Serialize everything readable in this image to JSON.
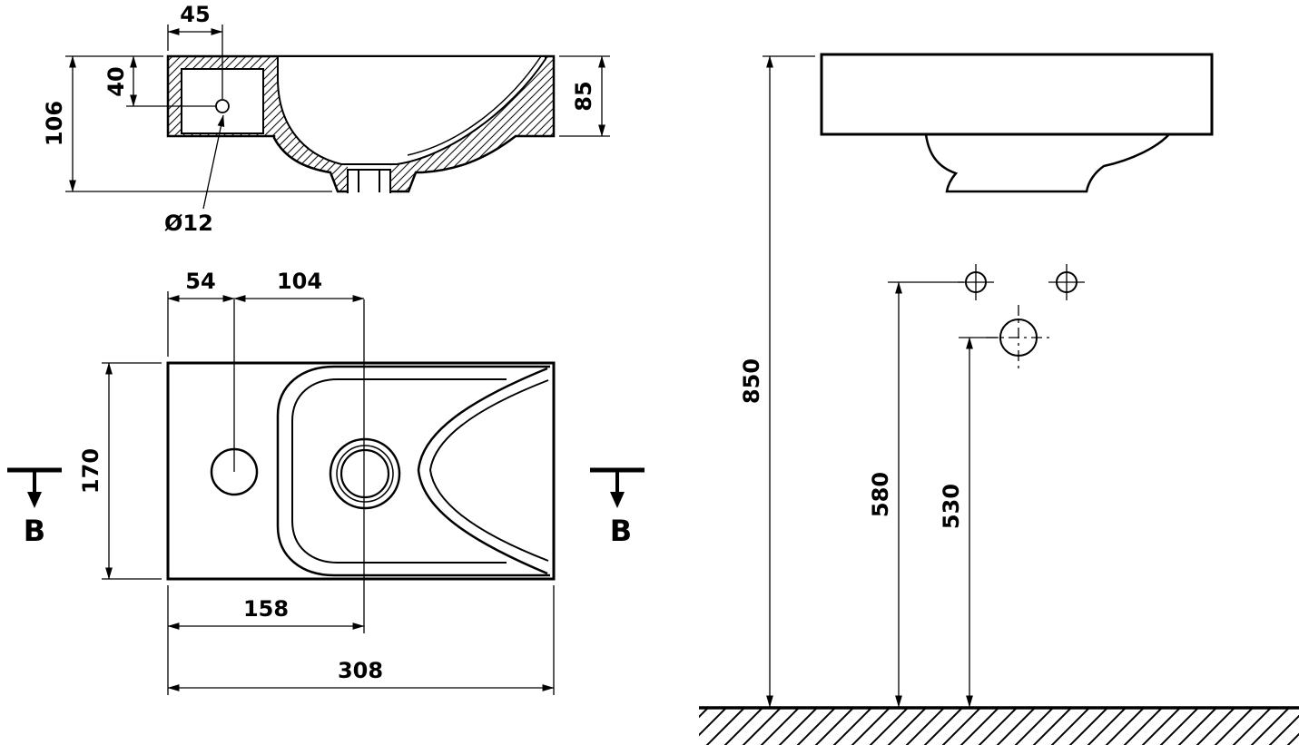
{
  "drawing": {
    "section_view": {
      "dim_hole_offset_x": "45",
      "dim_hole_offset_y": "40",
      "dim_total_height": "106",
      "dim_bowl_depth": "85",
      "hole_diameter": "Ø12"
    },
    "plan_view": {
      "dim_tap_offset": "54",
      "dim_tap_to_drain": "104",
      "dim_depth": "170",
      "dim_drain_offset": "158",
      "dim_width": "308",
      "section_label_left": "B",
      "section_label_right": "B"
    },
    "installation_view": {
      "dim_rim_height": "850",
      "dim_mount_holes_height": "580",
      "dim_outlet_height": "530"
    }
  }
}
